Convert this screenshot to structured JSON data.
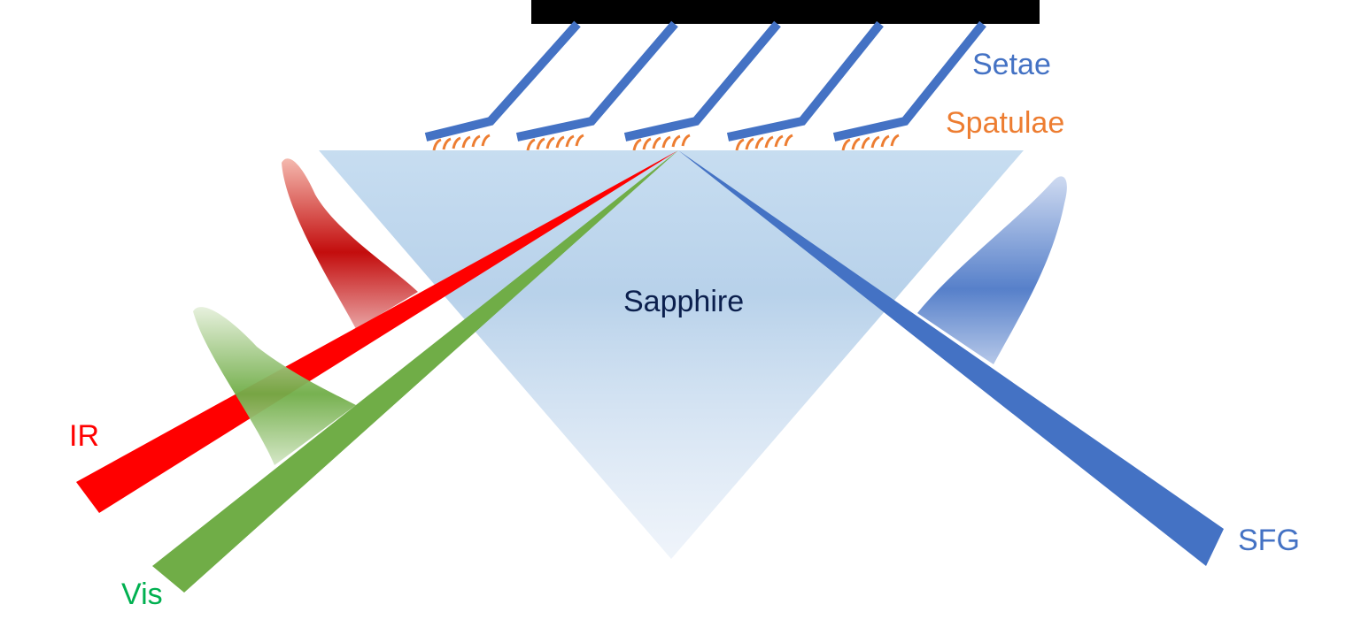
{
  "labels": {
    "setae": "Setae",
    "spatulae": "Spatulae",
    "sapphire": "Sapphire",
    "ir": "IR",
    "vis": "Vis",
    "sfg": "SFG"
  },
  "colors": {
    "substrate": "#000000",
    "setae": "#4472c4",
    "spatulae": "#ed7d31",
    "prism": "#bdd7ee",
    "sapphire_text": "#0b1f4d",
    "ir": "#ff0000",
    "vis": "#70ad47",
    "vis_text": "#00b050",
    "sfg": "#4472c4"
  }
}
